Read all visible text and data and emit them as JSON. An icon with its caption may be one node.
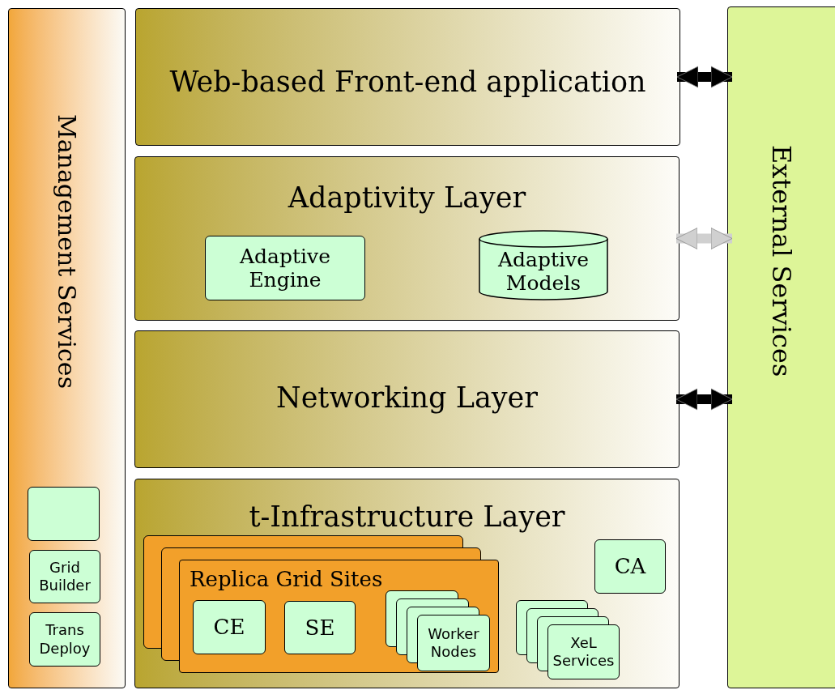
{
  "diagram": {
    "nodes": [
      {
        "text": [
          "Management Services"
        ]
      },
      {
        "text": [
          "Web-based Front-end application"
        ]
      },
      {
        "text": [
          "Adaptivity Layer"
        ]
      },
      {
        "text": [
          "Adaptive Engine"
        ],
        "in": 2
      },
      {
        "text": [
          "Adaptive Models"
        ],
        "in": 2
      },
      {
        "text": [
          "Networking Layer"
        ]
      },
      {
        "text": [
          "t-Infrastructure Layer"
        ]
      },
      {
        "text": [
          "Replica Grid Sites"
        ],
        "in": 6
      },
      {
        "text": [
          "CE"
        ],
        "in": 7
      },
      {
        "text": [
          "SE"
        ],
        "in": 7
      },
      {
        "text": [
          "Worker Nodes"
        ],
        "in": 7
      },
      {
        "text": [
          "CA"
        ],
        "in": 6
      },
      {
        "text": [
          "XeL Services"
        ],
        "in": 6
      },
      {
        "text": [],
        "shape": "box",
        "in": 0
      },
      {
        "text": [
          "Grid Builder"
        ],
        "in": 0
      },
      {
        "text": [
          "Trans Deploy"
        ],
        "in": 0
      },
      {
        "text": [
          "External Services"
        ]
      }
    ],
    "edges": [
      {
        "from": 1,
        "to": 16,
        "arrow": "both"
      },
      {
        "from": 2,
        "to": 16,
        "arrow": "both",
        "color": "#d0d0d0"
      },
      {
        "from": 5,
        "to": 16,
        "arrow": "both"
      }
    ]
  }
}
